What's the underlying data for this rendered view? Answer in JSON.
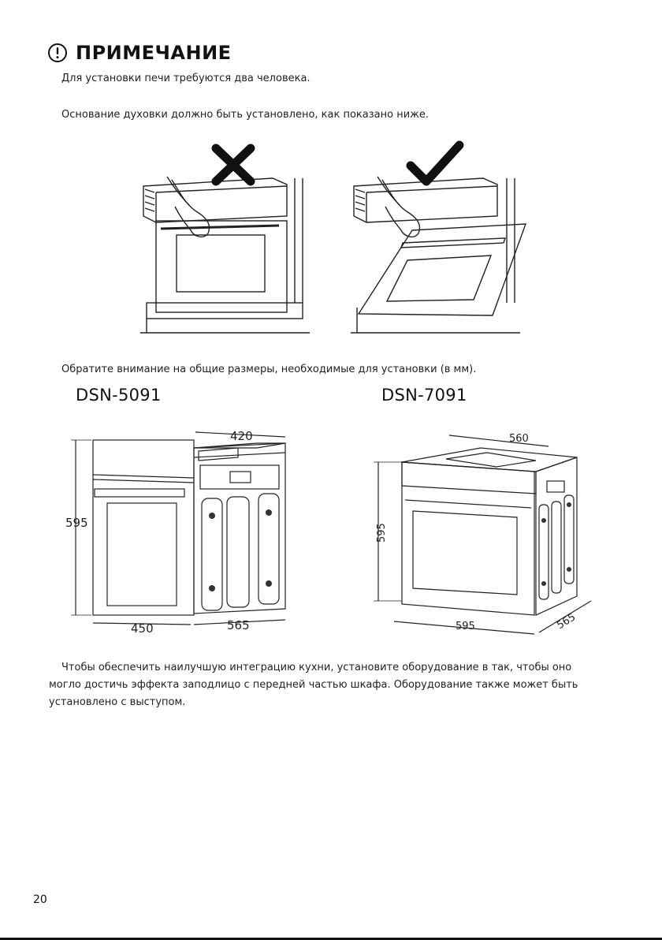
{
  "note": {
    "title": "ПРИМЕЧАНИЕ",
    "icon": "exclamation-circle-icon"
  },
  "paragraphs": {
    "two_people": "Для установки печи требуются два человека.",
    "base_install": "Основание духовки должно быть установлено, как показано ниже.",
    "dimensions": "Обратите внимание на общие размеры, необходимые для установки (в мм).",
    "integration_lines": [
      "Чтобы обеспечить наилучшую интеграцию кухни, установите оборудование в  так, чтобы оно",
      "могло достичь эффекта заподлицо с передней частью шкафа. Оборудование также может быть",
      "установлено с выступом."
    ]
  },
  "illustrations": {
    "wrong_icon": "cross-mark-icon",
    "correct_icon": "check-mark-icon"
  },
  "models": {
    "left": {
      "name": "DSN-5091",
      "dims": {
        "top": "420",
        "height": "595",
        "width": "450",
        "depth": "565"
      }
    },
    "right": {
      "name": "DSN-7091",
      "dims": {
        "top": "560",
        "height": "595",
        "width": "595",
        "depth": "565"
      }
    }
  },
  "footer": {
    "page_number": "20"
  },
  "colors": {
    "text": "#1a1a1a",
    "line": "#222222"
  }
}
